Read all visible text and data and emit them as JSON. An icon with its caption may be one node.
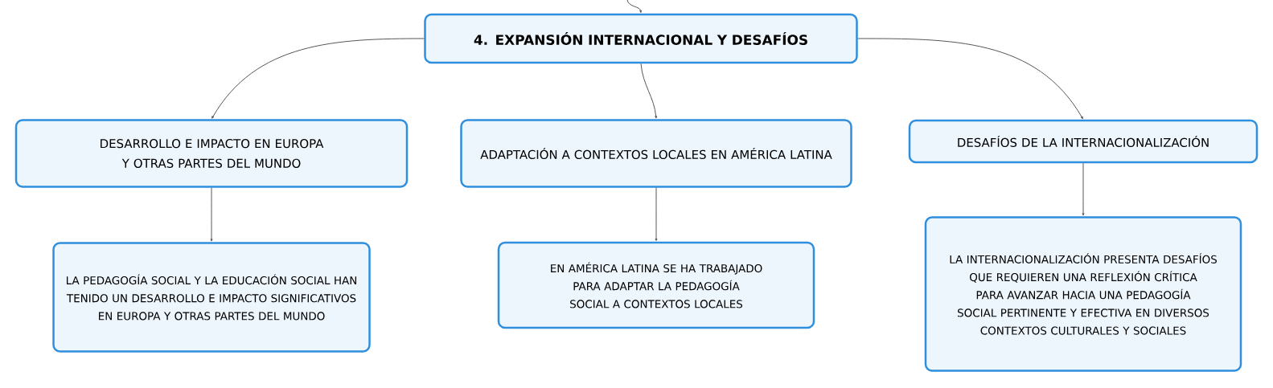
{
  "diagram": {
    "nodes": [
      {
        "text": [
          "4. EXPANSIÓN INTERNACIONAL Y DESAFÍOS"
        ]
      },
      {
        "text": [
          "DESARROLLO E IMPACTO EN EUROPA Y OTRAS PARTES DEL MUNDO"
        ]
      },
      {
        "text": [
          "ADAPTACIÓN A CONTEXTOS LOCALES EN AMÉRICA LATINA"
        ]
      },
      {
        "text": [
          "DESAFÍOS DE LA INTERNACIONALIZACIÓN"
        ]
      },
      {
        "text": [
          "LA PEDAGOGÍA SOCIAL Y LA EDUCACIÓN SOCIAL HAN TENIDO UN DESARROLLO E IMPACTO SIGNIFICATIVOS EN EUROPA Y OTRAS PARTES DEL MUNDO"
        ]
      },
      {
        "text": [
          "EN AMÉRICA LATINA SE HA TRABAJADO PARA ADAPTAR LA PEDAGOGÍA SOCIAL A CONTEXTOS LOCALES"
        ]
      },
      {
        "text": [
          "LA INTERNACIONALIZACIÓN PRESENTA DESAFÍOS QUE REQUIEREN UNA REFLEXIÓN CRÍTICA PARA AVANZAR HACIA UNA PEDAGOGÍA SOCIAL PERTINENTE Y EFECTIVA EN DIVERSOS CONTEXTOS CULTURALES Y SOCIALES"
        ]
      }
    ],
    "edges": [
      {
        "from": null,
        "to": 0,
        "arrow": "to"
      },
      {
        "from": 0,
        "to": 1,
        "arrow": "to"
      },
      {
        "from": 0,
        "to": 2,
        "arrow": "to"
      },
      {
        "from": 0,
        "to": 3,
        "arrow": "to"
      },
      {
        "from": 1,
        "to": 4,
        "arrow": "to"
      },
      {
        "from": 2,
        "to": 5,
        "arrow": "to"
      },
      {
        "from": 3,
        "to": 6,
        "arrow": "to"
      }
    ]
  }
}
